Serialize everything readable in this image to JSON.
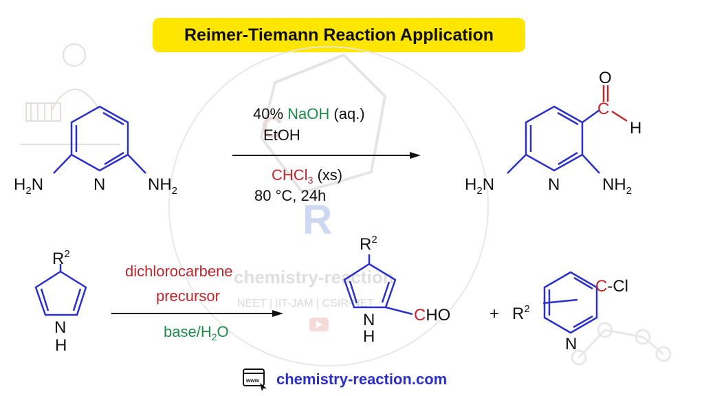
{
  "title": "Reimer-Tiemann Reaction Application",
  "watermark": {
    "letter_top": "C",
    "letter_mid": "R",
    "brand": "chemistry-reaction",
    "tagline": "NEET | IIT-JAM | CSIR-NET"
  },
  "reaction1": {
    "reagent_line1_prefix": "40% ",
    "reagent_line1_naoh": "NaOH",
    "reagent_line1_suffix": " (aq.)",
    "reagent_line2": "EtOH",
    "reagent_line3_chcl": "CHCl",
    "reagent_line3_sub": "3",
    "reagent_line3_suffix": " (xs)",
    "reagent_line4": "80 °C, 24h",
    "sm_left_nh2": "H",
    "sm_left_sub": "2",
    "sm_left_n": "N",
    "sm_ring_n": "N",
    "sm_right_nh": "NH",
    "sm_right_sub": "2",
    "prod_o": "O",
    "prod_c": "C",
    "prod_h": "H",
    "prod_left_h": "H",
    "prod_left_sub": "2",
    "prod_left_n": "N",
    "prod_ring_n": "N",
    "prod_right_nh": "NH",
    "prod_right_sub": "2"
  },
  "reaction2": {
    "reagent_top1": "dichlorocarbene",
    "reagent_top2": "precursor",
    "reagent_bottom_base": "base/H",
    "reagent_bottom_sub": "2",
    "reagent_bottom_o": "O",
    "sm_r": "R",
    "sm_r_sup": "2",
    "sm_n": "N",
    "sm_h": "H",
    "prod_r": "R",
    "prod_r_sup": "2",
    "prod_n": "N",
    "prod_h": "H",
    "prod_c": "C",
    "prod_ho": "HO",
    "plus": "+",
    "side_r": "R",
    "side_r_sup": "2",
    "side_c": "C",
    "side_cl": "-Cl",
    "side_n": "N"
  },
  "footer": {
    "url": "chemistry-reaction.com",
    "icon_text": "www"
  },
  "colors": {
    "title_bg": "#ffe600",
    "bond": "#2a2ecb",
    "oxygen": "#c0262c",
    "naoh": "#1e8a4a",
    "base": "#1e8a4a",
    "reagent_red": "#c0262c",
    "watermark": "#d9d9d9"
  }
}
